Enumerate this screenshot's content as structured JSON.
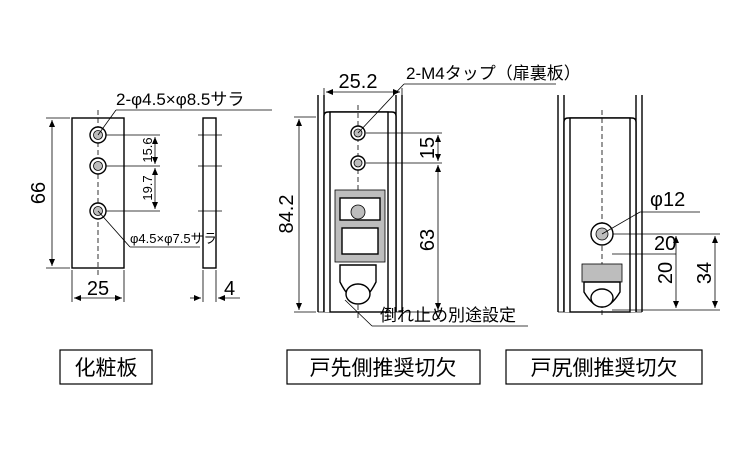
{
  "views": {
    "cover_plate": {
      "caption": "化粧板",
      "dim_height": "66",
      "dim_width": "25",
      "dim_thickness": "4",
      "dim_pitch_1": "19.7",
      "dim_pitch_2": "15.6",
      "hole_note_top": "2-φ4.5×φ8.5サラ",
      "hole_note_bottom": "φ4.5×φ7.5サラ"
    },
    "door_front": {
      "caption": "戸先側推奨切欠",
      "dim_width": "25.2",
      "dim_height": "84.2",
      "dim_pitch": "15",
      "dim_depth": "63",
      "tap_note": "2-M4タップ（扉裏板）",
      "fall_note": "倒れ止め別途設定"
    },
    "door_rear": {
      "caption": "戸尻側推奨切欠",
      "dim_hole": "φ12",
      "dim_offset_1": "20",
      "dim_offset_2": "20",
      "dim_height": "34"
    }
  }
}
